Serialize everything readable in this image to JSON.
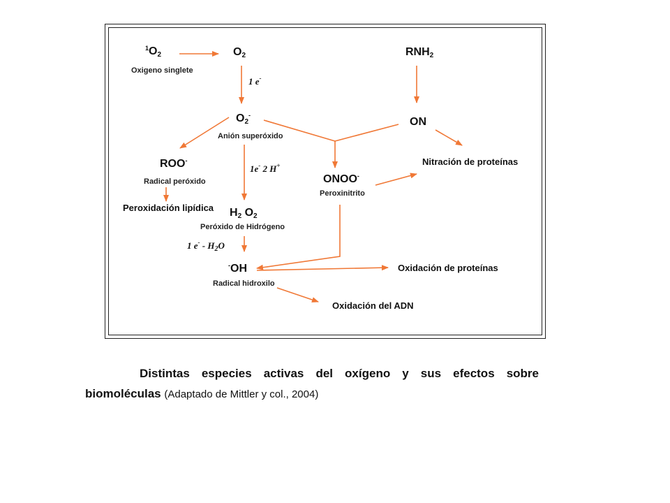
{
  "diagram": {
    "nodes": {
      "singlet_oxygen": {
        "pre": "1",
        "base": "O",
        "sub": "2",
        "label": "Oxigeno singlete"
      },
      "oxygen": {
        "base": "O",
        "sub": "2"
      },
      "rnh2": {
        "base": "RNH",
        "sub": "2"
      },
      "superoxide": {
        "base": "O",
        "sub": "2",
        "sup": "-",
        "label": "Anión superóxido"
      },
      "no": {
        "text": "ON"
      },
      "roo": {
        "text": "ROO",
        "sup": "-",
        "label": "Radical peróxido"
      },
      "onoo": {
        "text": "ONOO",
        "sup": "-",
        "label": "Peroxinitrito"
      },
      "h2o2": {
        "h": "H",
        "h_sub": "2",
        "o": "O",
        "o_sub": "2",
        "label": "Peróxido de Hidrógeno"
      },
      "hydroxyl": {
        "pre": "-",
        "text": "OH",
        "label": "Radical hidroxilo"
      }
    },
    "effects": {
      "lipid_peroxidation": "Peroxidación lipídica",
      "protein_nitration": "Nitración de proteínas",
      "protein_oxidation": "Oxidación de proteínas",
      "dna_oxidation": "Oxidación del ADN"
    },
    "annotations": {
      "one_electron": {
        "text": "1 e",
        "sup": "-"
      },
      "electron_protons": {
        "a": "1e",
        "a_sup": "-",
        "b": " 2 H",
        "b_sup": "+"
      },
      "electron_water": {
        "a": "1 e",
        "a_sup": "-",
        "b": " - H",
        "b_sub": "2",
        "c": "O"
      }
    },
    "colors": {
      "arrow": "#f07836",
      "border": "#222222"
    }
  },
  "caption": {
    "title": "Distintas especies activas del oxígeno y sus efectos sobre biomoléculas",
    "source": "(Adaptado de Mittler y col., 2004)"
  }
}
